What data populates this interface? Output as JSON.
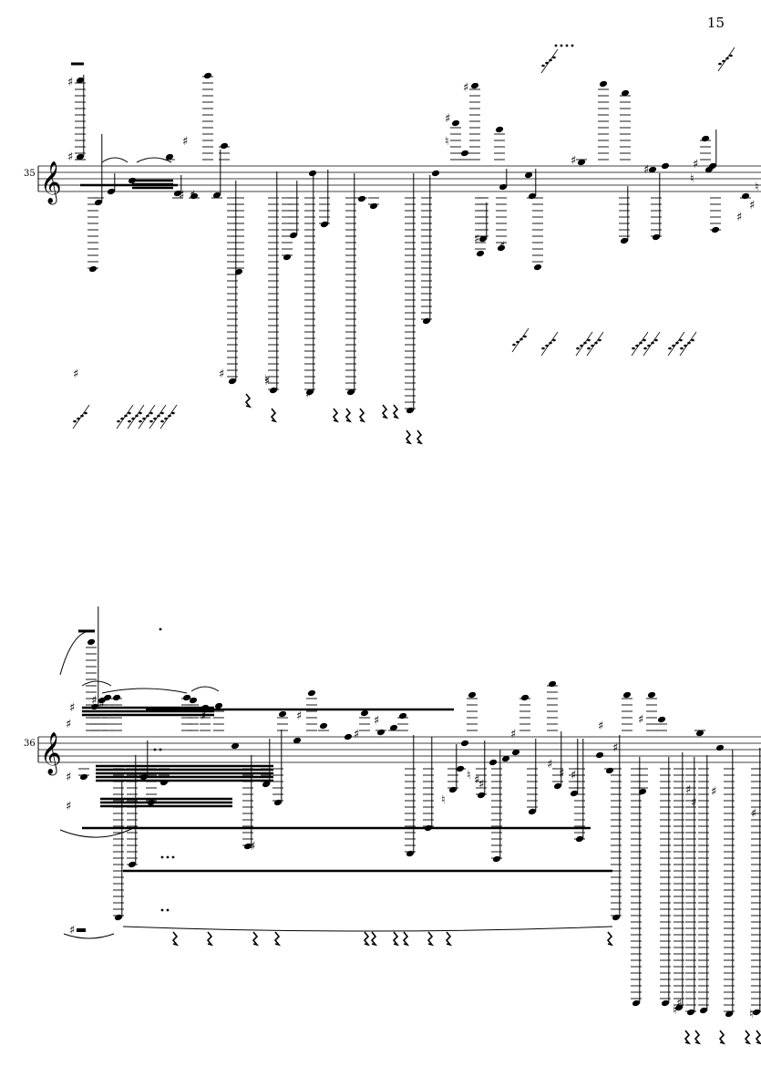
{
  "page": {
    "number": "15"
  },
  "systems": [
    {
      "measure_number": "35",
      "clef": "treble"
    },
    {
      "measure_number": "36",
      "clef": "treble"
    }
  ],
  "icons": [
    "treble-clef-icon",
    "sharp-icon",
    "natural-icon",
    "quarter-rest-icon",
    "grace-note-icon"
  ]
}
